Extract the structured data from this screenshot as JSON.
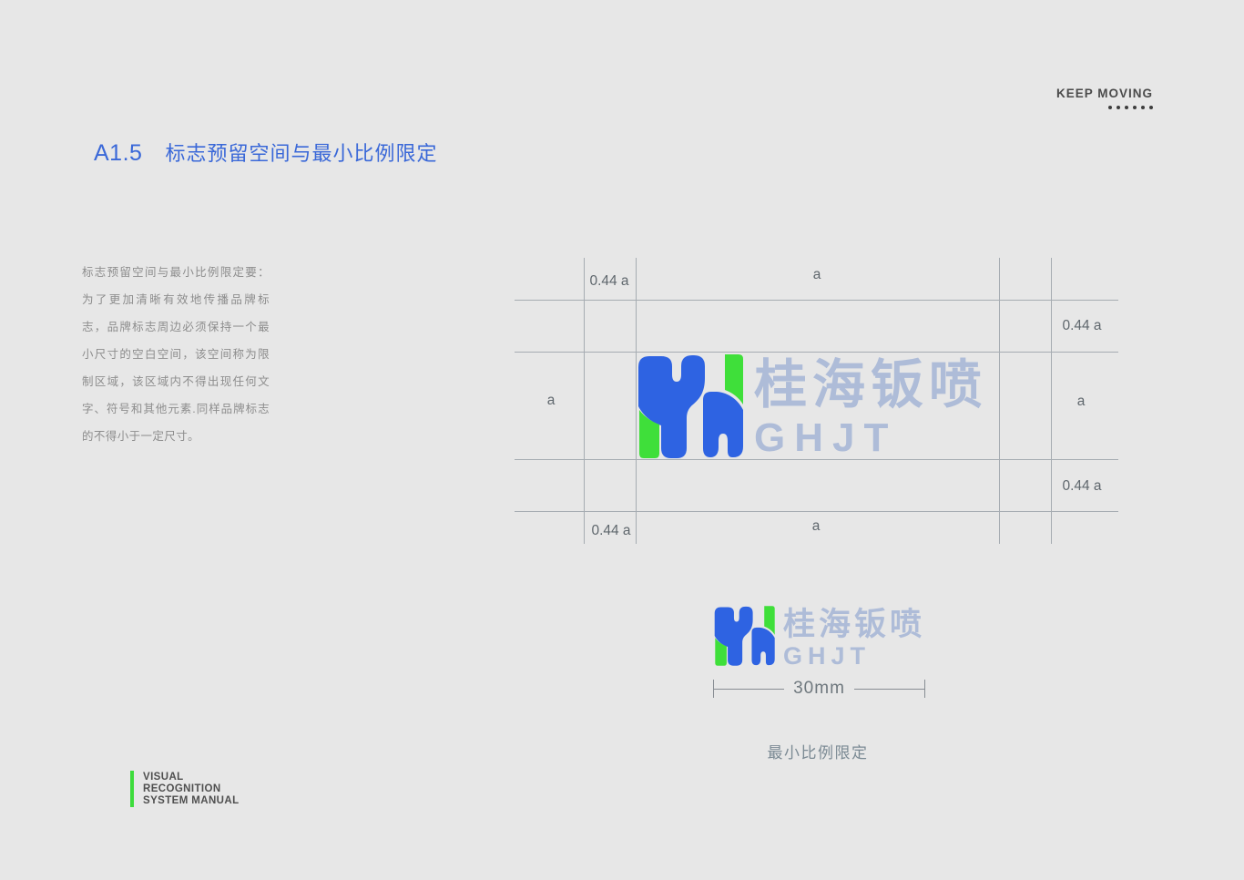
{
  "page": {
    "background": "#e7e7e7"
  },
  "header": {
    "slogan": "KEEP MOVING",
    "dots_count": 6
  },
  "title": {
    "code": "A1.5",
    "text": "标志预留空间与最小比例限定",
    "color": "#3a68d8"
  },
  "intro_paragraph": "标志预留空间与最小比例限定要：为了更加清晰有效地传播品牌标志，品牌标志周边必须保持一个最小尺寸的空白空间，该空间称为限制区域，该区域内不得出现任何文字、符号和其他元素.同样品牌标志的不得小于一定尺寸。",
  "clearspace_diagram": {
    "labels": {
      "top_left": "0.44 a",
      "top_center": "a",
      "right_upper": "0.44 a",
      "left_middle": "a",
      "right_middle": "a",
      "right_lower": "0.44 a",
      "bottom_left": "0.44 a",
      "bottom_center": "a"
    },
    "grid_line_color": "#a6acb2"
  },
  "logo": {
    "cjk_name": "桂海钣喷",
    "latin_name": "GHJT",
    "colors": {
      "icon_blue": "#2e63e2",
      "icon_green": "#3fdf3a",
      "wordmark": "#aebcd8"
    }
  },
  "min_size": {
    "measurement": "30mm",
    "caption": "最小比例限定"
  },
  "footer": {
    "line1": "VISUAL",
    "line2": "RECOGNITION",
    "line3": "SYSTEM MANUAL",
    "bar_color": "#3ddc3c"
  }
}
